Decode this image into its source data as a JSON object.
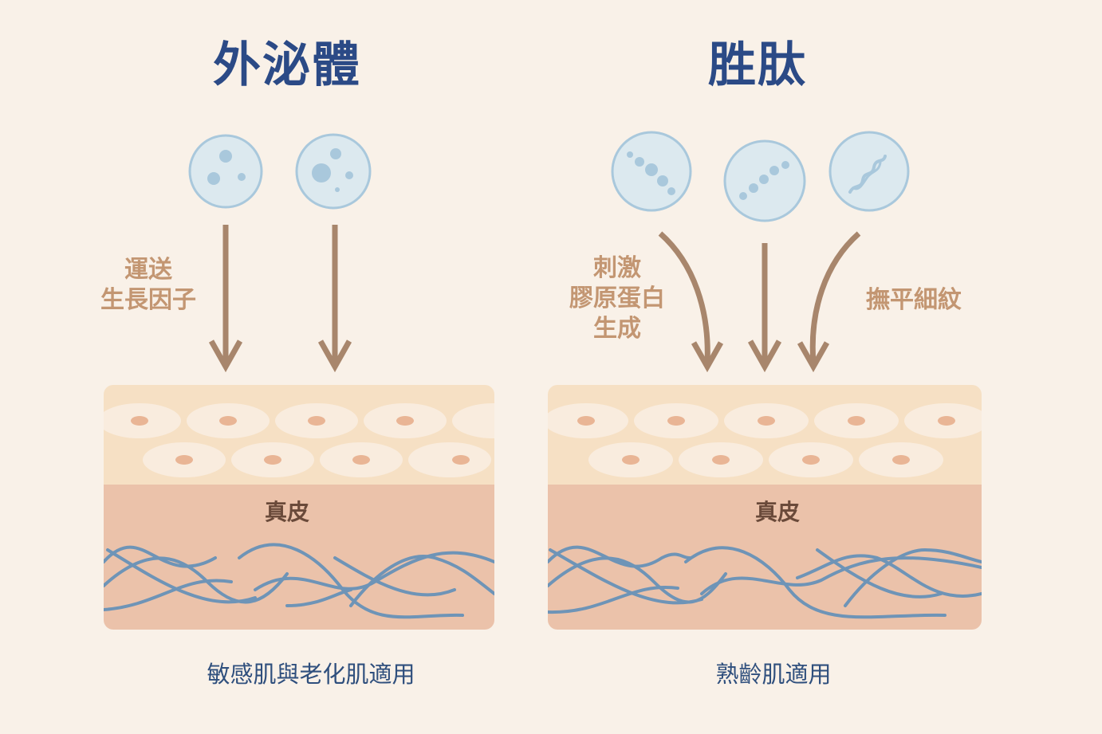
{
  "panels": {
    "left": {
      "title": "外泌體",
      "label_line1": "運送",
      "label_line2": "生長因子",
      "dermis_label": "真皮",
      "caption": "敏感肌與老化肌適用"
    },
    "right": {
      "title": "胜肽",
      "label_left_line1": "刺激",
      "label_left_line2": "膠原蛋白",
      "label_left_line3": "生成",
      "label_right": "撫平細紋",
      "dermis_label": "真皮",
      "caption": "熟齡肌適用"
    }
  },
  "colors": {
    "background": "#f9f1e8",
    "title": "#2b4a86",
    "label": "#c39672",
    "arrow": "#a8866c",
    "sphere_fill": "#dce9ef",
    "sphere_stroke": "#a9c8dc",
    "epidermis": "#f6e0c4",
    "dermis": "#ebc2aa",
    "fiber": "#6e94b7",
    "caption": "#2f4f7d"
  },
  "icons": [
    "exosome-sphere-icon",
    "peptide-chain-sphere-icon",
    "peptide-helix-sphere-icon",
    "down-arrow-icon",
    "skin-cross-section-icon",
    "collagen-fiber-icon"
  ]
}
